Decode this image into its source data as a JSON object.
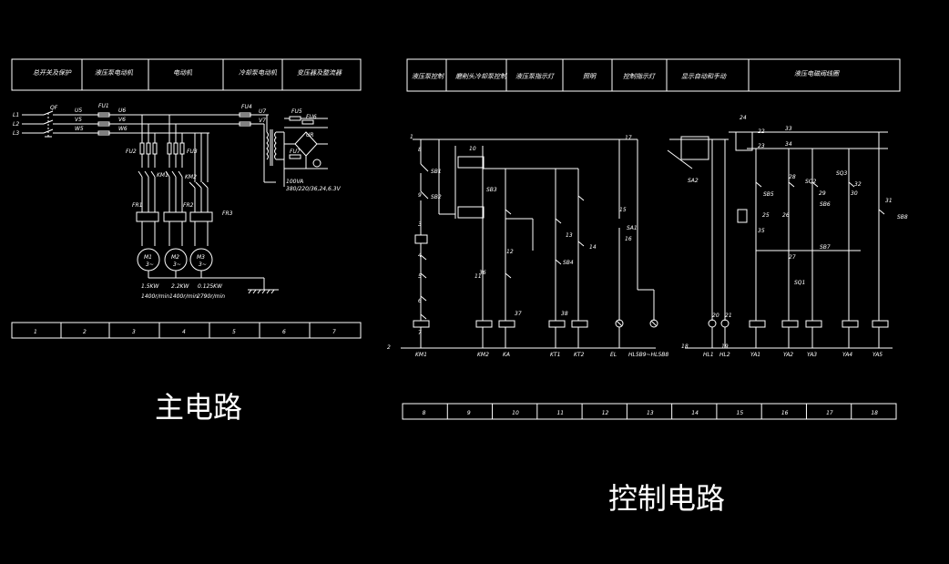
{
  "main_circuit": {
    "headers": [
      "总开关及保护",
      "液压泵电动机",
      "电动机",
      "冷却泵电动机",
      "变压器及整流器"
    ],
    "section_numbers": [
      "1",
      "2",
      "3",
      "4",
      "5",
      "6",
      "7"
    ],
    "title": "主电路",
    "phases": [
      "L1",
      "L2",
      "L3"
    ],
    "qf": "QF",
    "bus_labels": [
      "U5",
      "V5",
      "W5",
      "U6",
      "V6",
      "W6",
      "U7",
      "V7"
    ],
    "fuses": [
      "FU1",
      "FU2",
      "FU3",
      "FU4",
      "FU5",
      "FU6",
      "FU7"
    ],
    "contactors": [
      "KM1",
      "KM2"
    ],
    "relays": [
      "FR1",
      "FR2",
      "FR3"
    ],
    "motors": [
      "M1",
      "M2",
      "M3"
    ],
    "motor_phase": "3~",
    "motor_power": [
      "1.5KW",
      "2.2KW",
      "0.125KW"
    ],
    "motor_speed": [
      "1400r/min",
      "1400r/min",
      "2790r/min"
    ],
    "transformer": "100VA",
    "transformer_volts": "380/220/36,24,6.3V",
    "rectifier": "UR"
  },
  "control_circuit": {
    "headers": [
      "液压泵控制",
      "磨削头冷却泵控制",
      "液压泵指示灯",
      "照明",
      "控制指示灯",
      "显示自动和手动",
      "液压电磁阀线圈"
    ],
    "section_numbers": [
      "8",
      "9",
      "10",
      "11",
      "12",
      "13",
      "14",
      "15",
      "16",
      "17",
      "18"
    ],
    "title": "控制电路",
    "switches": [
      "SB1",
      "SB2",
      "SA1",
      "SA2",
      "SB3",
      "SB4",
      "SB5",
      "SB6",
      "SB7",
      "SB8",
      "SQ1",
      "SQ2",
      "SQ3"
    ],
    "coils": [
      "KM1",
      "KM2",
      "KA",
      "KT1",
      "KT2",
      "EL",
      "HL5B9~HL5B8",
      "HL1",
      "HL2",
      "YA1",
      "YA2",
      "YA3",
      "YA4",
      "YA5"
    ],
    "node_numbers": [
      "1",
      "2",
      "3",
      "4",
      "5",
      "6",
      "7",
      "8",
      "9",
      "10",
      "11",
      "12",
      "13",
      "14",
      "15",
      "16",
      "17",
      "18",
      "19",
      "20",
      "21",
      "22",
      "23",
      "24",
      "25",
      "26",
      "27",
      "28",
      "29",
      "30",
      "31",
      "32",
      "33",
      "34",
      "35",
      "36",
      "37",
      "38"
    ]
  }
}
